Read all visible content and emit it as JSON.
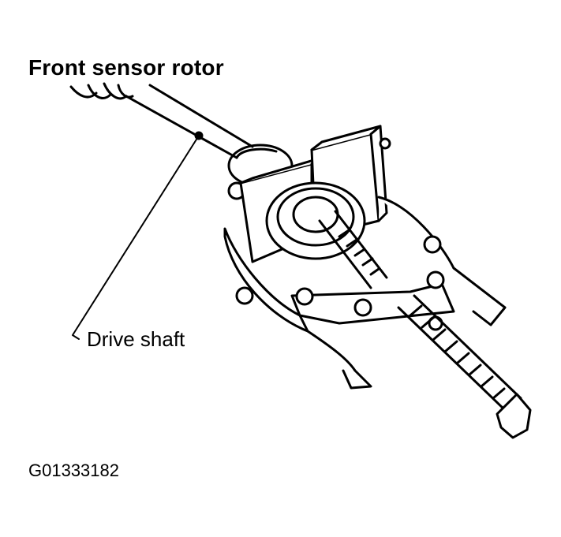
{
  "labels": {
    "front_sensor_rotor": "Front sensor rotor",
    "drive_shaft": "Drive shaft",
    "figure_code": "G01333182"
  },
  "colors": {
    "ink": "#000000",
    "paper": "#ffffff"
  }
}
